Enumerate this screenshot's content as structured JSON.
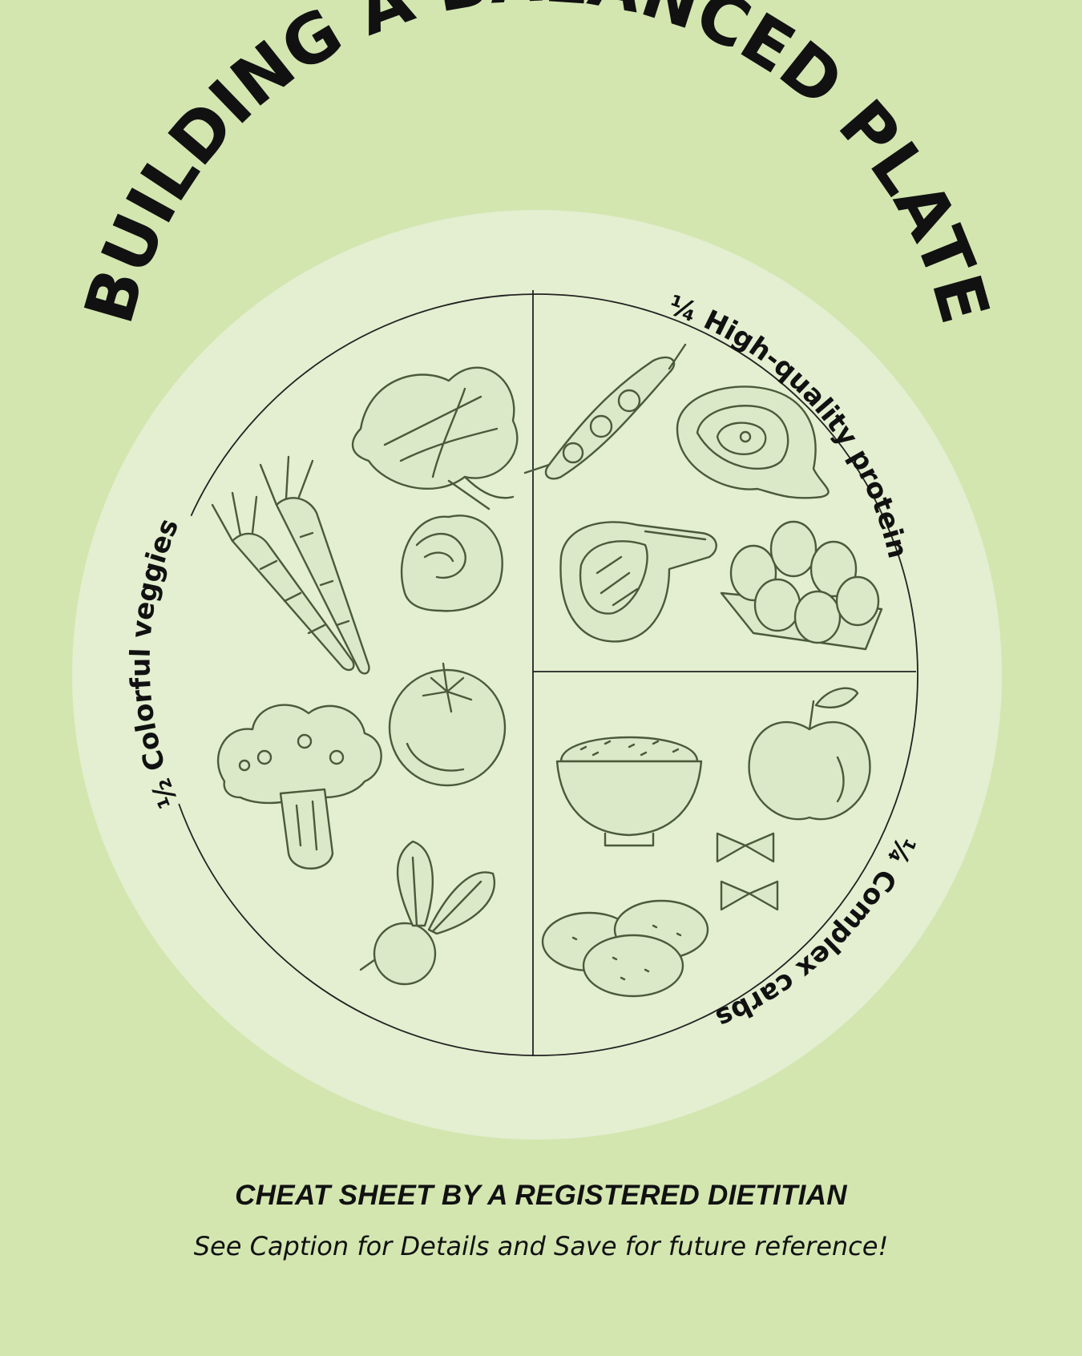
{
  "title": "BUILDING A BALANCED PLATE",
  "sections": {
    "veggies": "½ Colorful veggies",
    "protein": "¼ High-quality protein",
    "carbs": "¼ Complex carbs"
  },
  "footer": {
    "heading": "CHEAT SHEET BY A REGISTERED DIETITIAN",
    "note": "See Caption for Details and Save for future reference!"
  },
  "colors": {
    "background": "#d3e6b0",
    "plate": "#e3efd0",
    "ink": "#111111",
    "sketch": "#4a5a3a"
  },
  "icons": [
    "lettuce-icon",
    "carrot-icon",
    "peach-icon",
    "tomato-icon",
    "broccoli-icon",
    "beet-icon",
    "bean-pod-icon",
    "salmon-steak-icon",
    "steak-icon",
    "egg-carton-icon",
    "rice-bowl-icon",
    "apple-icon",
    "pasta-bow-icon",
    "potato-icon"
  ]
}
